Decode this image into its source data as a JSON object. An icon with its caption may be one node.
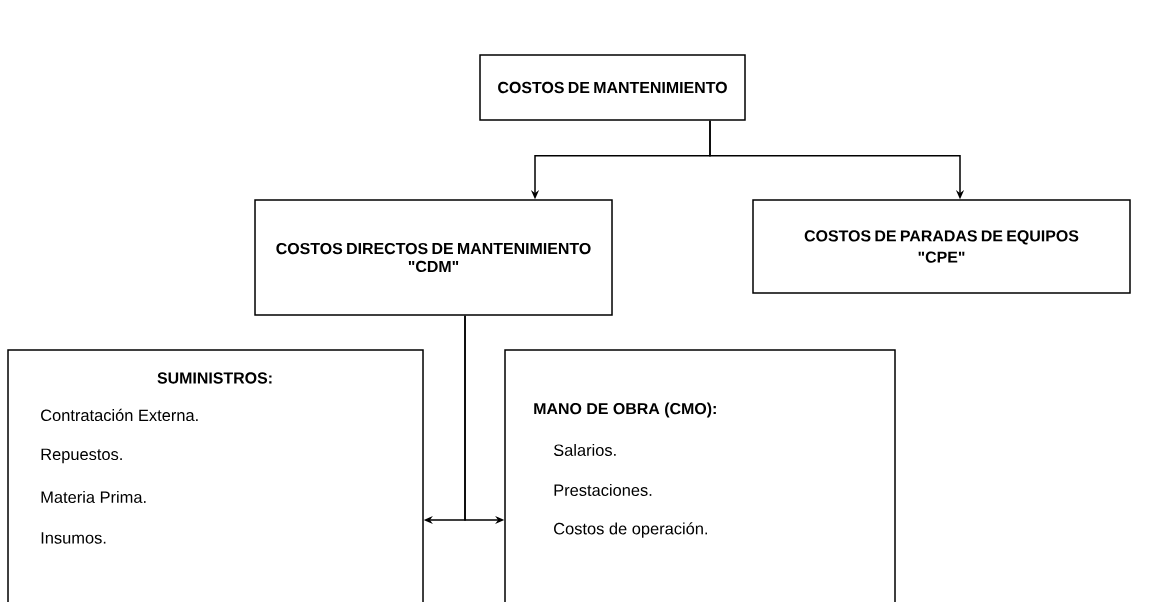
{
  "diagram": {
    "nodes": [
      {
        "text": [
          "COSTOS DE MANTENIMIENTO"
        ]
      },
      {
        "text": [
          "COSTOS DIRECTOS DE MANTENIMIENTO",
          "\"CDM\""
        ]
      },
      {
        "text": [
          "COSTOS DE PARADAS DE EQUIPOS",
          "\"CPE\""
        ]
      },
      {
        "text": [
          "SUMINISTROS:",
          "Contratación Externa.",
          "Repuestos.",
          "Materia Prima.",
          "Insumos."
        ]
      },
      {
        "text": [
          "MANO DE OBRA (CMO):",
          "Salarios.",
          "Prestaciones.",
          "Costos de operación."
        ]
      }
    ],
    "edges": [
      {
        "from": 0,
        "to": 1,
        "arrow": "to"
      },
      {
        "from": 0,
        "to": 2,
        "arrow": "to"
      },
      {
        "from": 1,
        "to": 3,
        "arrow": "to"
      },
      {
        "from": 1,
        "to": 4,
        "arrow": "to"
      }
    ]
  }
}
